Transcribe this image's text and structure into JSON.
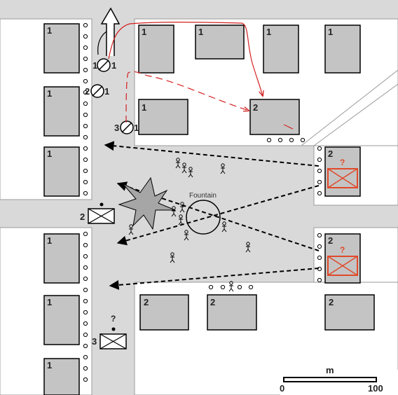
{
  "map": {
    "fountain_label": "Fountain",
    "building_label_1": "1",
    "building_label_2": "2",
    "unknown_marker": "?",
    "position_labels": {
      "p1_left": "1",
      "p1_right": "1",
      "p2_left": "2",
      "p2_right": "1",
      "p3_left": "3",
      "p3_right": "1",
      "box2_label": "2",
      "box3_label": "3"
    },
    "scale_bar": {
      "unit": "m",
      "min_label": "0",
      "max_label": "100"
    }
  },
  "colors": {
    "street": "#d9d9d9",
    "building": "#c4c4c4",
    "building_stroke": "#000000",
    "hostile": "#e04a2a",
    "route": "#d42020",
    "fire_line": "#000000"
  }
}
